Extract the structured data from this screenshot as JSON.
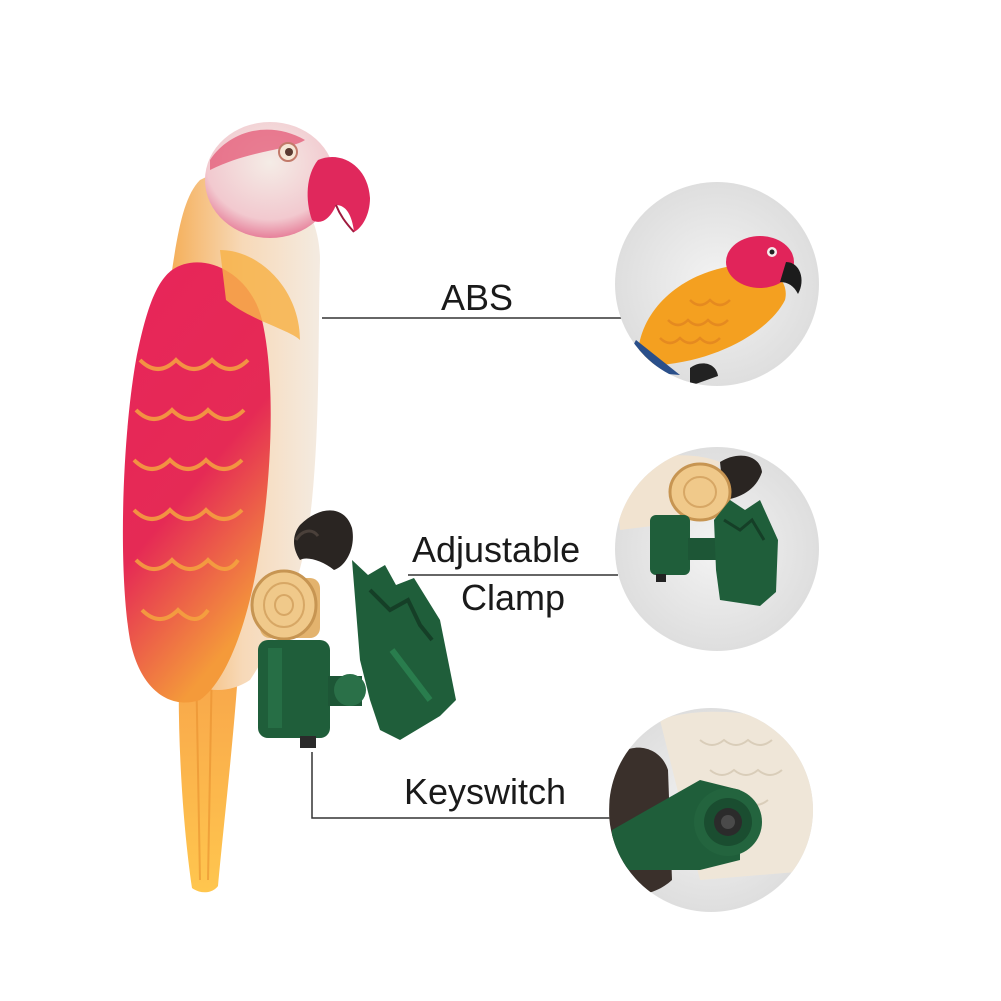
{
  "callouts": {
    "abs": {
      "label": "ABS"
    },
    "clamp": {
      "line1": "Adjustable",
      "line2": "Clamp"
    },
    "keyswitch": {
      "label": "Keyswitch"
    }
  },
  "colors": {
    "parrot_red": "#e0285c",
    "parrot_orange": "#f5a030",
    "parrot_yellow": "#ffc24a",
    "parrot_cream": "#f2e6d6",
    "clamp_green": "#1f5e3a",
    "wood": "#f0c98a",
    "claw": "#2a2522",
    "circle_bg": "#e9e9e9",
    "leader_line": "#333333"
  }
}
